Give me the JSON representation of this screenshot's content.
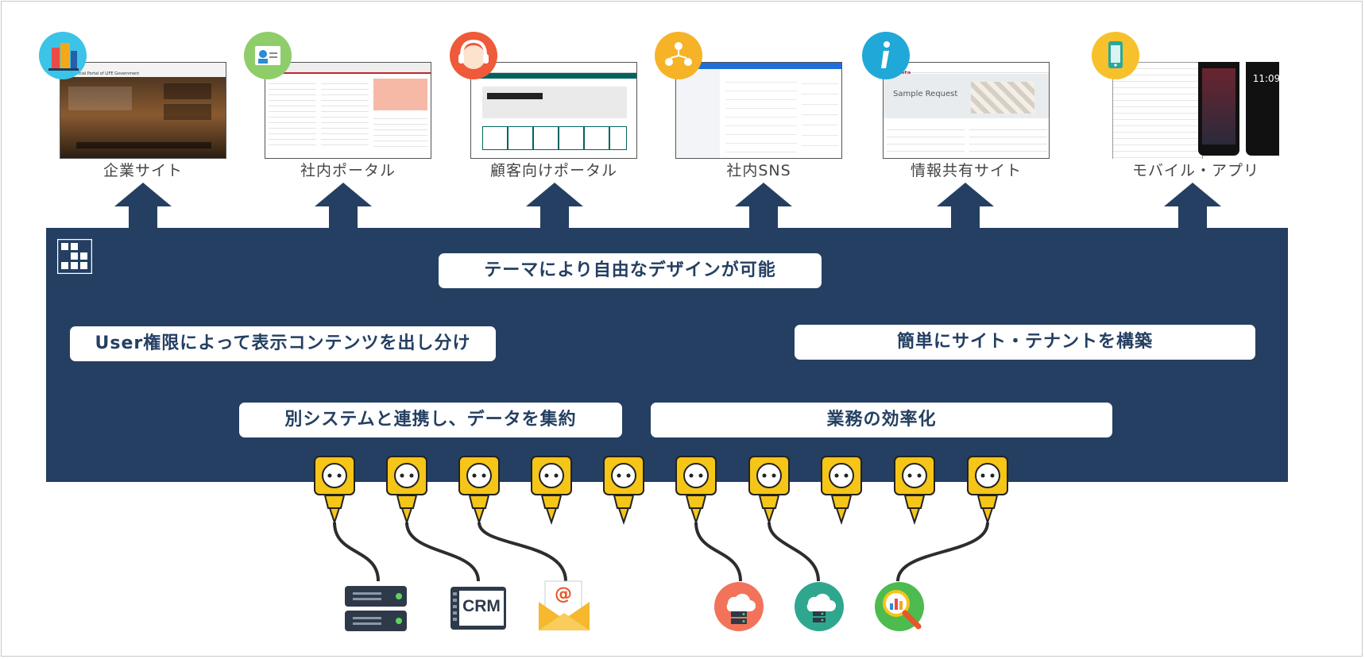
{
  "sites": [
    {
      "label": "企業サイト",
      "icon": "building-icon",
      "thumb_title": "The Official Portal of LIFE Government"
    },
    {
      "label": "社内ポータル",
      "icon": "id-card-icon",
      "thumb_title": ""
    },
    {
      "label": "顧客向けポータル",
      "icon": "support-agent-icon",
      "thumb_title": ""
    },
    {
      "label": "社内SNS",
      "icon": "network-users-icon",
      "thumb_title": ""
    },
    {
      "label": "情報共有サイト",
      "icon": "info-icon",
      "thumb_title": "Sample Request"
    },
    {
      "label": "モバイル・アプリ",
      "icon": "mobile-app-icon",
      "thumb_title": "11:09"
    }
  ],
  "features": {
    "theme": "テーマにより自由なデザインが可能",
    "user": "User権限によって表示コンテンツを出し分け",
    "tenant": "簡単にサイト・テナントを構築",
    "integration": "別システムと連携し、データを集約",
    "efficiency": "業務の効率化"
  },
  "systems": [
    {
      "icon": "server-icon",
      "label": ""
    },
    {
      "icon": "crm-icon",
      "label": "CRM"
    },
    {
      "icon": "email-icon",
      "label": "@"
    },
    {
      "icon": "cloud-server-icon",
      "label": ""
    },
    {
      "icon": "cloud-storage-icon",
      "label": ""
    },
    {
      "icon": "analytics-icon",
      "label": ""
    }
  ],
  "colors": {
    "panel": "#243f62",
    "socket": "#f5c518",
    "label": "#444444"
  }
}
